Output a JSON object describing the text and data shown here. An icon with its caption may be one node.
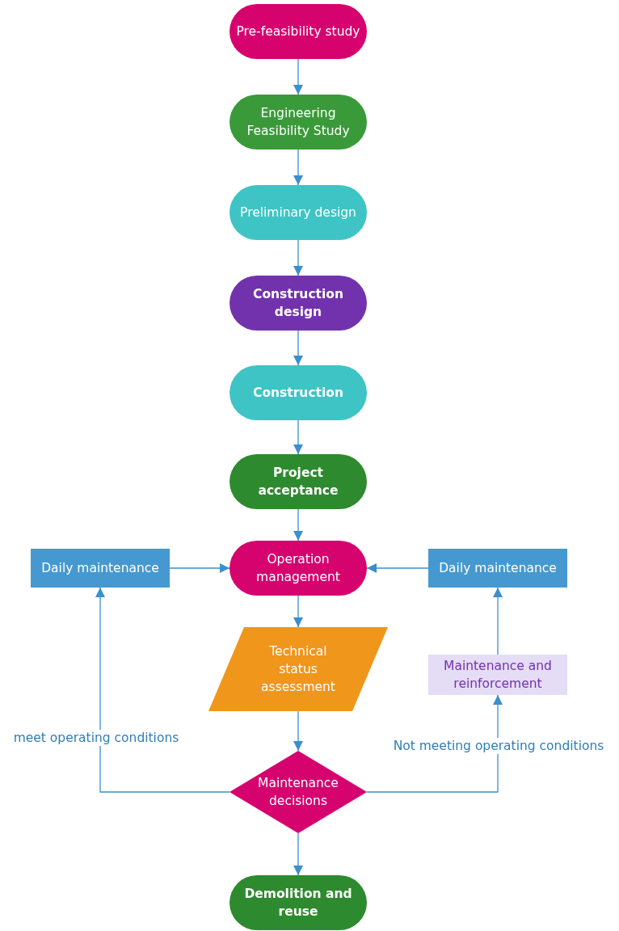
{
  "diagram": {
    "nodes": [
      {
        "text": [
          "Pre-feasibility study"
        ]
      },
      {
        "text": [
          "Engineering Feasibility Study"
        ]
      },
      {
        "text": [
          "Preliminary design"
        ]
      },
      {
        "text": [
          "Construction design"
        ]
      },
      {
        "text": [
          "Construction"
        ]
      },
      {
        "text": [
          "Project acceptance"
        ]
      },
      {
        "text": [
          "Operation management"
        ]
      },
      {
        "text": [
          "Daily maintenance"
        ]
      },
      {
        "text": [
          "Daily maintenance"
        ]
      },
      {
        "text": [
          "Technical status assessment"
        ]
      },
      {
        "text": [
          "Maintenance decisions"
        ]
      },
      {
        "text": [
          "Maintenance and reinforcement"
        ]
      },
      {
        "text": [
          "Demolition and reuse"
        ]
      }
    ],
    "edges": [
      {
        "from": 0,
        "to": 1,
        "arrow": "to"
      },
      {
        "from": 1,
        "to": 2,
        "arrow": "to"
      },
      {
        "from": 2,
        "to": 3,
        "arrow": "to"
      },
      {
        "from": 3,
        "to": 4,
        "arrow": "to"
      },
      {
        "from": 4,
        "to": 5,
        "arrow": "to"
      },
      {
        "from": 5,
        "to": 6,
        "arrow": "to"
      },
      {
        "from": 7,
        "to": 6,
        "arrow": "to"
      },
      {
        "from": 8,
        "to": 6,
        "arrow": "to"
      },
      {
        "from": 6,
        "to": 9,
        "arrow": "to"
      },
      {
        "from": 9,
        "to": 10,
        "arrow": "to"
      },
      {
        "from": 10,
        "to": 7,
        "arrow": "to",
        "label": "meet operating conditions"
      },
      {
        "from": 10,
        "to": 11,
        "arrow": "to",
        "label": "Not meeting operating conditions"
      },
      {
        "from": 11,
        "to": 8,
        "arrow": "to"
      },
      {
        "from": 10,
        "to": 12,
        "arrow": "to"
      }
    ]
  }
}
